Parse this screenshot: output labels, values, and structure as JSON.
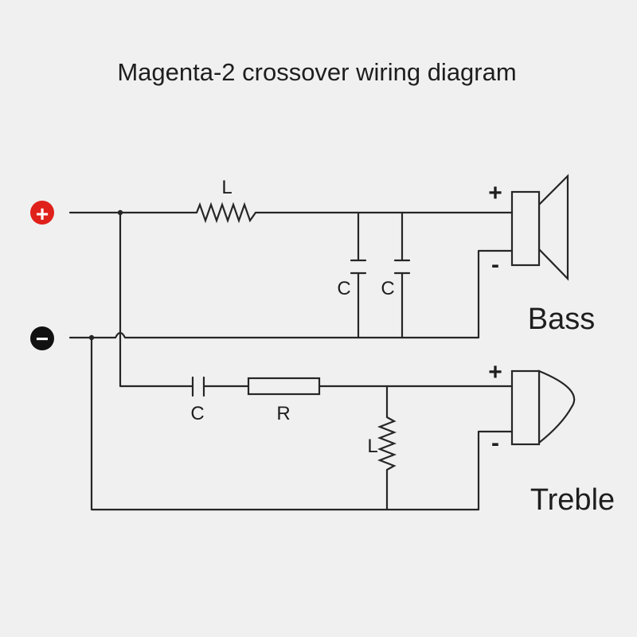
{
  "title": "Magenta-2 crossover wiring diagram",
  "terminals": {
    "positive_symbol": "+",
    "negative_symbol": "−",
    "positive_color": "#e0201a",
    "negative_color": "#111111"
  },
  "bass_section": {
    "inductor_label": "L",
    "capacitor1_label": "C",
    "capacitor2_label": "C",
    "speaker_label": "Bass",
    "speaker_plus": "+",
    "speaker_minus": "-"
  },
  "treble_section": {
    "capacitor_label": "C",
    "resistor_label": "R",
    "inductor_label": "L",
    "speaker_label": "Treble",
    "speaker_plus": "+",
    "speaker_minus": "-"
  },
  "colors": {
    "background": "#f0f0f0",
    "line": "#262626"
  }
}
